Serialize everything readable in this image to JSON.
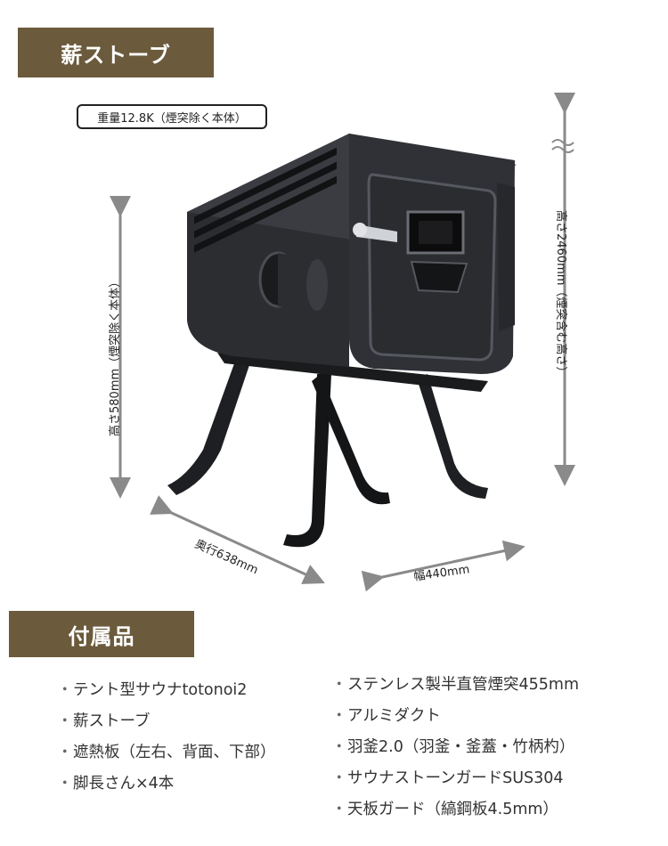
{
  "stove_section": {
    "title": "薪ストーブ",
    "weight": "重量12.8K（煙突除く本体）",
    "dimensions": {
      "height_total": "高さ2460mm（煙突含む高さ）",
      "height_body": "高さ580mm（煙突除く本体）",
      "depth": "奥行638mm",
      "width": "幅440mm"
    }
  },
  "accessories_section": {
    "title": "付属品",
    "bullet": "・",
    "left_items": [
      "テント型サウナtotonoi2",
      "薪ストーブ",
      "遮熱板（左右、背面、下部）",
      "脚長さん×4本"
    ],
    "right_items": [
      "ステンレス製半直管煙突455mm",
      "アルミダクト",
      "羽釜2.0（羽釜・釜蓋・竹柄杓）",
      "サウナストーンガードSUS304",
      "天板ガード（縞鋼板4.5mm）"
    ]
  },
  "colors": {
    "header_bg": "#6b5a3b",
    "stove_body": "#2a2c30",
    "arrow": "#8a8a8a"
  }
}
